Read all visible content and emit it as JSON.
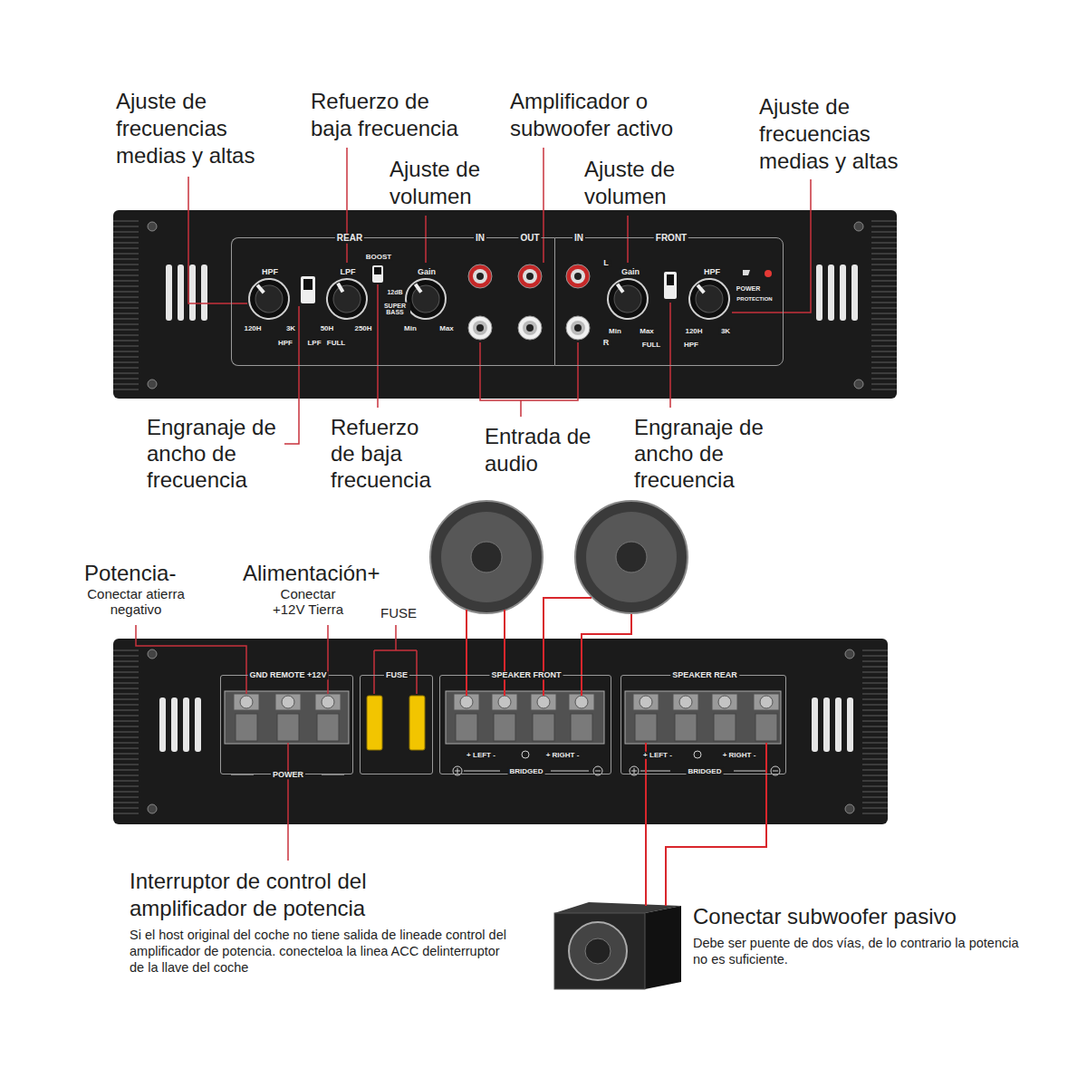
{
  "diagram": {
    "nodes": [
      {
        "text": [
          "REAR",
          "HPF",
          "120H",
          "3K",
          "HPF",
          "LPF",
          "LPF",
          "50H",
          "250H",
          "FULL",
          "BOOST",
          "12dB",
          "SUPER BASS",
          "Gain",
          "Min",
          "Max"
        ]
      },
      {
        "text": [
          "IN",
          "OUT"
        ]
      },
      {
        "text": [
          "IN",
          "L",
          "R",
          "FRONT",
          "Gain",
          "Min",
          "Max",
          "FULL",
          "HPF",
          "120H",
          "3K",
          "HPF",
          "POWER",
          "PROTECTION"
        ]
      },
      {
        "text": [
          "GND REMOTE +12V",
          "POWER"
        ]
      },
      {
        "text": [
          "FUSE"
        ]
      },
      {
        "text": [
          "SPEAKER FRONT",
          "+ LEFT -",
          "+ RIGHT -",
          "BRIDGED"
        ]
      },
      {
        "text": [
          "SPEAKER REAR",
          "+ LEFT -",
          "+ RIGHT -",
          "BRIDGED"
        ]
      }
    ],
    "labels": [
      "Ajuste de frecuencias medias y altas",
      "Refuerzo de baja frecuencia",
      "Amplificador o subwoofer activo",
      "Ajuste de volumen",
      "Ajuste de volumen",
      "Ajuste de frecuencias medias y altas",
      "Engranaje de ancho de frecuencia",
      "Refuerzo de baja frecuencia",
      "Entrada de audio",
      "Engranaje de ancho de frecuencia",
      "Potencia-",
      "Conectar atierra negativo",
      "Alimentación+",
      "Conectar +12V Tierra",
      "FUSE",
      "Interruptor de control del amplificador de potencia",
      "Si el host original del coche no tiene salida de lineade control del amplificador de potencia. conecteloa la linea ACC delinterruptor de la llave del coche",
      "Conectar subwoofer pasivo",
      "Debe ser puente de dos vías, de lo contrario la potencia no es suficiente."
    ]
  }
}
